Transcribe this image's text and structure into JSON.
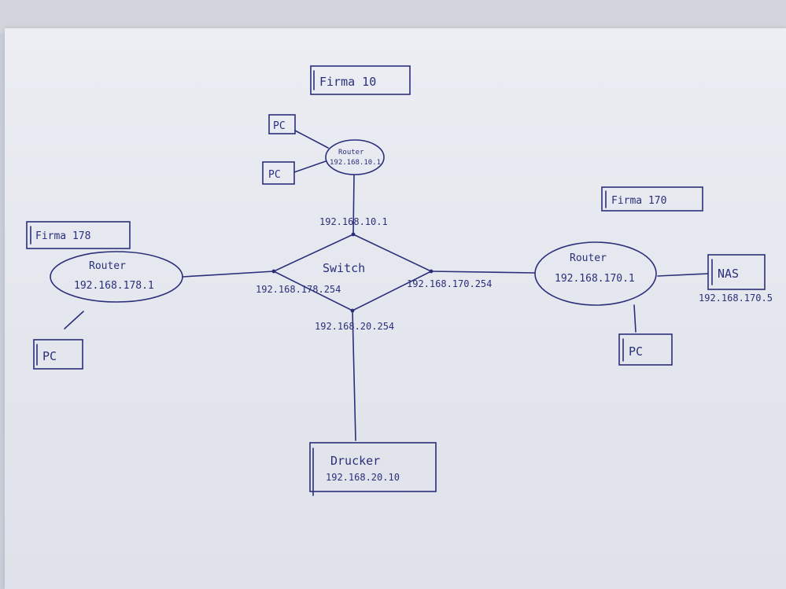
{
  "colors": {
    "ink": "#2a2f7a",
    "paper": "#e8eaf0",
    "background": "#c9ced8"
  },
  "firma10": {
    "title": "Firma 10",
    "router_label": "Router",
    "router_ip": "192.168.10.1",
    "pc1": "PC",
    "pc2": "PC",
    "link_ip": "192.168.10.1"
  },
  "firma178": {
    "title": "Firma 178",
    "router_label": "Router",
    "router_ip": "192.168.178.1",
    "pc": "PC"
  },
  "firma170": {
    "title": "Firma 170",
    "router_label": "Router",
    "router_ip": "192.168.170.1",
    "pc": "PC",
    "nas": "NAS",
    "nas_ip": "192.168.170.5"
  },
  "switch": {
    "label": "Switch",
    "ip_left": "192.168.178.254",
    "ip_right": "192.168.170.254",
    "ip_bottom": "192.168.20.254"
  },
  "printer": {
    "label": "Drucker",
    "ip": "192.168.20.10"
  }
}
